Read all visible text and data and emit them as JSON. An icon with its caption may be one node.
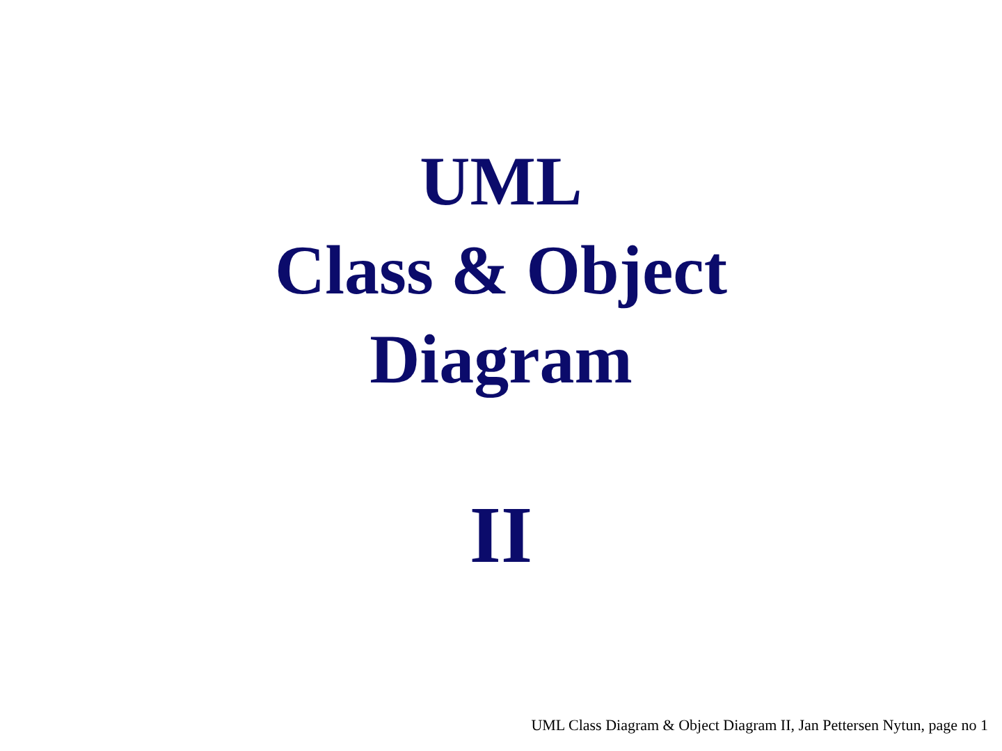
{
  "diagram": {
    "title": "UML Class & Object Diagram",
    "labels": [
      "II"
    ],
    "caption": "UML Class Diagram & Object Diagram II, Jan Pettersen Nytun, page no 1"
  }
}
